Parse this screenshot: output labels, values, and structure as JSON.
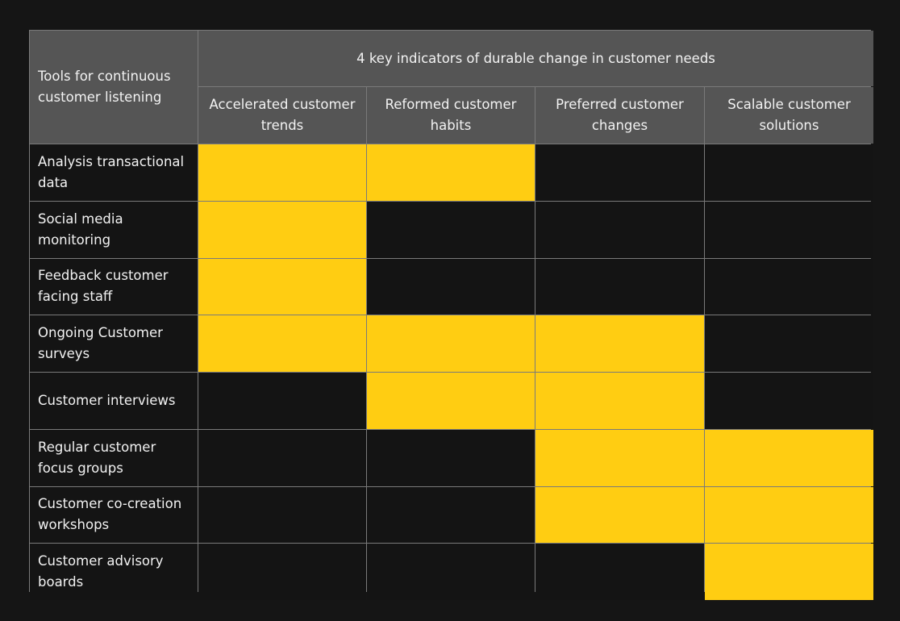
{
  "colors": {
    "page_background": "#151515",
    "header_background": "#555555",
    "cell_background": "#141414",
    "highlight": "#ffcd12",
    "gridline": "#7a7a7a",
    "text": "#f2f2f2"
  },
  "table": {
    "corner_label": "Tools for continuous customer listening",
    "group_header": "4 key indicators of durable change in customer needs",
    "columns": [
      "Accelerated customer trends",
      "Reformed customer habits",
      "Preferred customer changes",
      "Scalable customer solutions"
    ],
    "rows": [
      {
        "label": "Analysis transactional data",
        "marks": [
          true,
          true,
          false,
          false
        ]
      },
      {
        "label": "Social media monitoring",
        "marks": [
          true,
          false,
          false,
          false
        ]
      },
      {
        "label": "Feedback customer facing staff",
        "marks": [
          true,
          false,
          false,
          false
        ]
      },
      {
        "label": "Ongoing Customer surveys",
        "marks": [
          true,
          true,
          true,
          false
        ]
      },
      {
        "label": "Customer interviews",
        "marks": [
          false,
          true,
          true,
          false
        ]
      },
      {
        "label": "Regular customer focus groups",
        "marks": [
          false,
          false,
          true,
          true
        ]
      },
      {
        "label": "Customer co-creation workshops",
        "marks": [
          false,
          false,
          true,
          true
        ]
      },
      {
        "label": "Customer advisory boards",
        "marks": [
          false,
          false,
          false,
          true
        ]
      }
    ]
  }
}
